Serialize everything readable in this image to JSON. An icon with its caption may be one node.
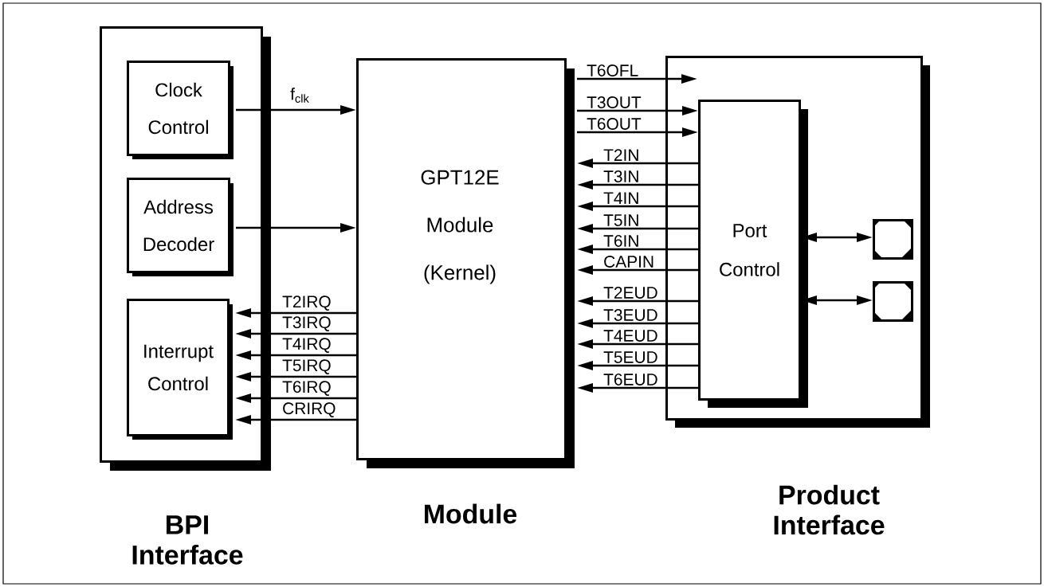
{
  "diagram": {
    "nodes": [
      {
        "text": [
          "BPI Interface"
        ]
      },
      {
        "text": [
          "Clock Control"
        ],
        "in": 0
      },
      {
        "text": [
          "Address Decoder"
        ],
        "in": 0
      },
      {
        "text": [
          "Interrupt Control"
        ],
        "in": 0
      },
      {
        "text": [
          "GPT12E Module (Kernel)",
          "Module"
        ]
      },
      {
        "text": [
          "Product Interface"
        ]
      },
      {
        "text": [
          "Port Control"
        ],
        "in": 5
      },
      {
        "text": [],
        "shape": "box",
        "in": 5
      },
      {
        "text": [],
        "shape": "box",
        "in": 5
      }
    ],
    "edges": [
      {
        "from": 1,
        "to": 4,
        "arrow": "to",
        "label": "f$_{clk}$"
      },
      {
        "from": 2,
        "to": 4,
        "arrow": "to"
      },
      {
        "from": 4,
        "to": 3,
        "arrow": "to",
        "label": "T2IRQ"
      },
      {
        "from": 4,
        "to": 3,
        "arrow": "to",
        "label": "T3IRQ"
      },
      {
        "from": 4,
        "to": 3,
        "arrow": "to",
        "label": "T4IRQ"
      },
      {
        "from": 4,
        "to": 3,
        "arrow": "to",
        "label": "T5IRQ"
      },
      {
        "from": 4,
        "to": 3,
        "arrow": "to",
        "label": "T6IRQ"
      },
      {
        "from": 4,
        "to": 3,
        "arrow": "to",
        "label": "CRIRQ"
      },
      {
        "from": 4,
        "to": 5,
        "arrow": "to",
        "label": "T6OFL"
      },
      {
        "from": 4,
        "to": 6,
        "arrow": "to",
        "label": "T3OUT"
      },
      {
        "from": 4,
        "to": 6,
        "arrow": "to",
        "label": "T6OUT"
      },
      {
        "from": 6,
        "to": 4,
        "arrow": "to",
        "label": "T2IN"
      },
      {
        "from": 6,
        "to": 4,
        "arrow": "to",
        "label": "T3IN"
      },
      {
        "from": 6,
        "to": 4,
        "arrow": "to",
        "label": "T4IN"
      },
      {
        "from": 6,
        "to": 4,
        "arrow": "to",
        "label": "T5IN"
      },
      {
        "from": 6,
        "to": 4,
        "arrow": "to",
        "label": "T6IN"
      },
      {
        "from": 6,
        "to": 4,
        "arrow": "to",
        "label": "CAPIN"
      },
      {
        "from": 6,
        "to": 4,
        "arrow": "to",
        "label": "T2EUD"
      },
      {
        "from": 6,
        "to": 4,
        "arrow": "to",
        "label": "T3EUD"
      },
      {
        "from": 6,
        "to": 4,
        "arrow": "to",
        "label": "T4EUD"
      },
      {
        "from": 6,
        "to": 4,
        "arrow": "to",
        "label": "T5EUD"
      },
      {
        "from": 6,
        "to": 4,
        "arrow": "to",
        "label": "T6EUD"
      },
      {
        "from": 6,
        "to": 7,
        "arrow": "both"
      },
      {
        "from": 6,
        "to": 8,
        "arrow": "both"
      }
    ]
  }
}
